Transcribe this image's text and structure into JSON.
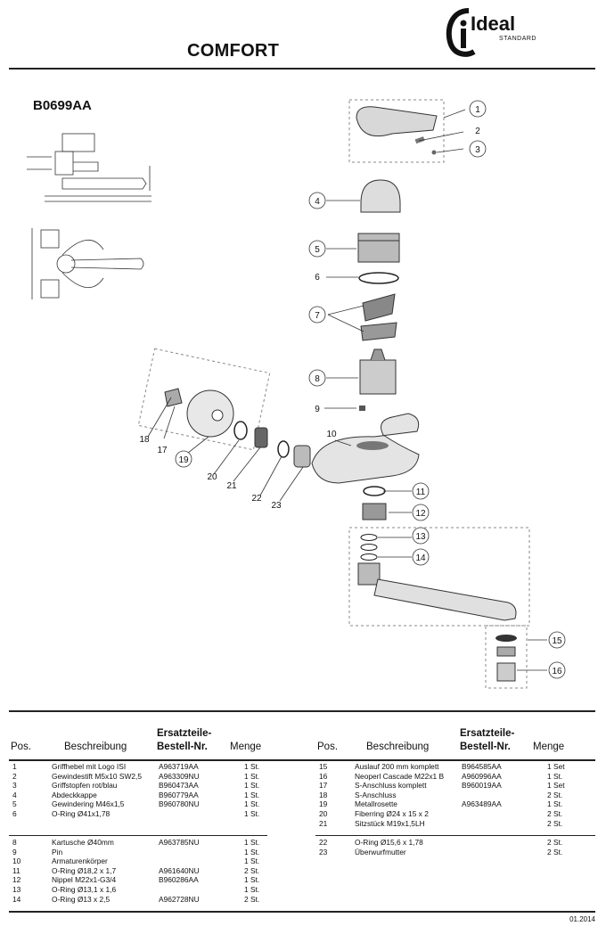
{
  "header": {
    "title": "COMFORT",
    "logo_text": "Ideal",
    "logo_sub": "STANDARD",
    "model": "B0699AA"
  },
  "callouts": [
    "1",
    "2",
    "3",
    "4",
    "5",
    "6",
    "7",
    "8",
    "9",
    "10",
    "11",
    "12",
    "13",
    "14",
    "15",
    "16",
    "17",
    "18",
    "19",
    "20",
    "21",
    "22",
    "23"
  ],
  "table": {
    "headers": {
      "pos": "Pos.",
      "desc": "Beschreibung",
      "part_line1": "Ersatzteile-",
      "part_line2": "Bestell-Nr.",
      "qty": "Menge"
    },
    "left_rows": [
      {
        "pos": "1",
        "desc": "Griffhebel mit Logo ISI",
        "part": "A963719AA",
        "qty": "1 St."
      },
      {
        "pos": "2",
        "desc": "Gewindestift M5x10 SW2,5",
        "part": "A963309NU",
        "qty": "1 St."
      },
      {
        "pos": "3",
        "desc": "Griffstopfen rot/blau",
        "part": "B960473AA",
        "qty": "1 St."
      },
      {
        "pos": "4",
        "desc": "Abdeckkappe",
        "part": "B960779AA",
        "qty": "1 St."
      },
      {
        "pos": "5",
        "desc": "Gewindering M46x1,5",
        "part": "B960780NU",
        "qty": "1 St."
      },
      {
        "pos": "6",
        "desc": "O-Ring Ø41x1,78",
        "part": "",
        "qty": "1 St."
      },
      {
        "pos": "8",
        "desc": "Kartusche Ø40mm",
        "part": "A963785NU",
        "qty": "1 St."
      },
      {
        "pos": "9",
        "desc": "Pin",
        "part": "",
        "qty": "1 St."
      },
      {
        "pos": "10",
        "desc": "Armaturenkörper",
        "part": "",
        "qty": "1 St."
      },
      {
        "pos": "11",
        "desc": "O-Ring Ø18,2 x 1,7",
        "part": "A961640NU",
        "qty": "2 St."
      },
      {
        "pos": "12",
        "desc": "Nippel M22x1-G3/4",
        "part": "B960286AA",
        "qty": "1 St."
      },
      {
        "pos": "13",
        "desc": "O-Ring Ø13,1 x 1,6",
        "part": "",
        "qty": "1 St."
      },
      {
        "pos": "14",
        "desc": "O-Ring Ø13 x 2,5",
        "part": "A962728NU",
        "qty": "2 St."
      }
    ],
    "right_rows": [
      {
        "pos": "15",
        "desc": "Auslauf 200 mm komplett",
        "part": "B964585AA",
        "qty": "1 Set"
      },
      {
        "pos": "16",
        "desc": "Neoperl Cascade M22x1 B",
        "part": "A960996AA",
        "qty": "1 St."
      },
      {
        "pos": "17",
        "desc": "S-Anschluss komplett",
        "part": "B960019AA",
        "qty": "1 Set"
      },
      {
        "pos": "18",
        "desc": "S-Anschluss",
        "part": "",
        "qty": "2 St."
      },
      {
        "pos": "19",
        "desc": "Metallrosette",
        "part": "A963489AA",
        "qty": "1 St."
      },
      {
        "pos": "20",
        "desc": "Fiberring Ø24 x 15 x 2",
        "part": "",
        "qty": "2 St."
      },
      {
        "pos": "21",
        "desc": "Sitzstück M19x1,5LH",
        "part": "",
        "qty": "2 St."
      },
      {
        "pos": "22",
        "desc": "O-Ring Ø15,6 x 1,78",
        "part": "",
        "qty": "2 St."
      },
      {
        "pos": "23",
        "desc": "Überwurfmutter",
        "part": "",
        "qty": "2 St."
      }
    ]
  },
  "footer": {
    "date": "01.2014"
  }
}
